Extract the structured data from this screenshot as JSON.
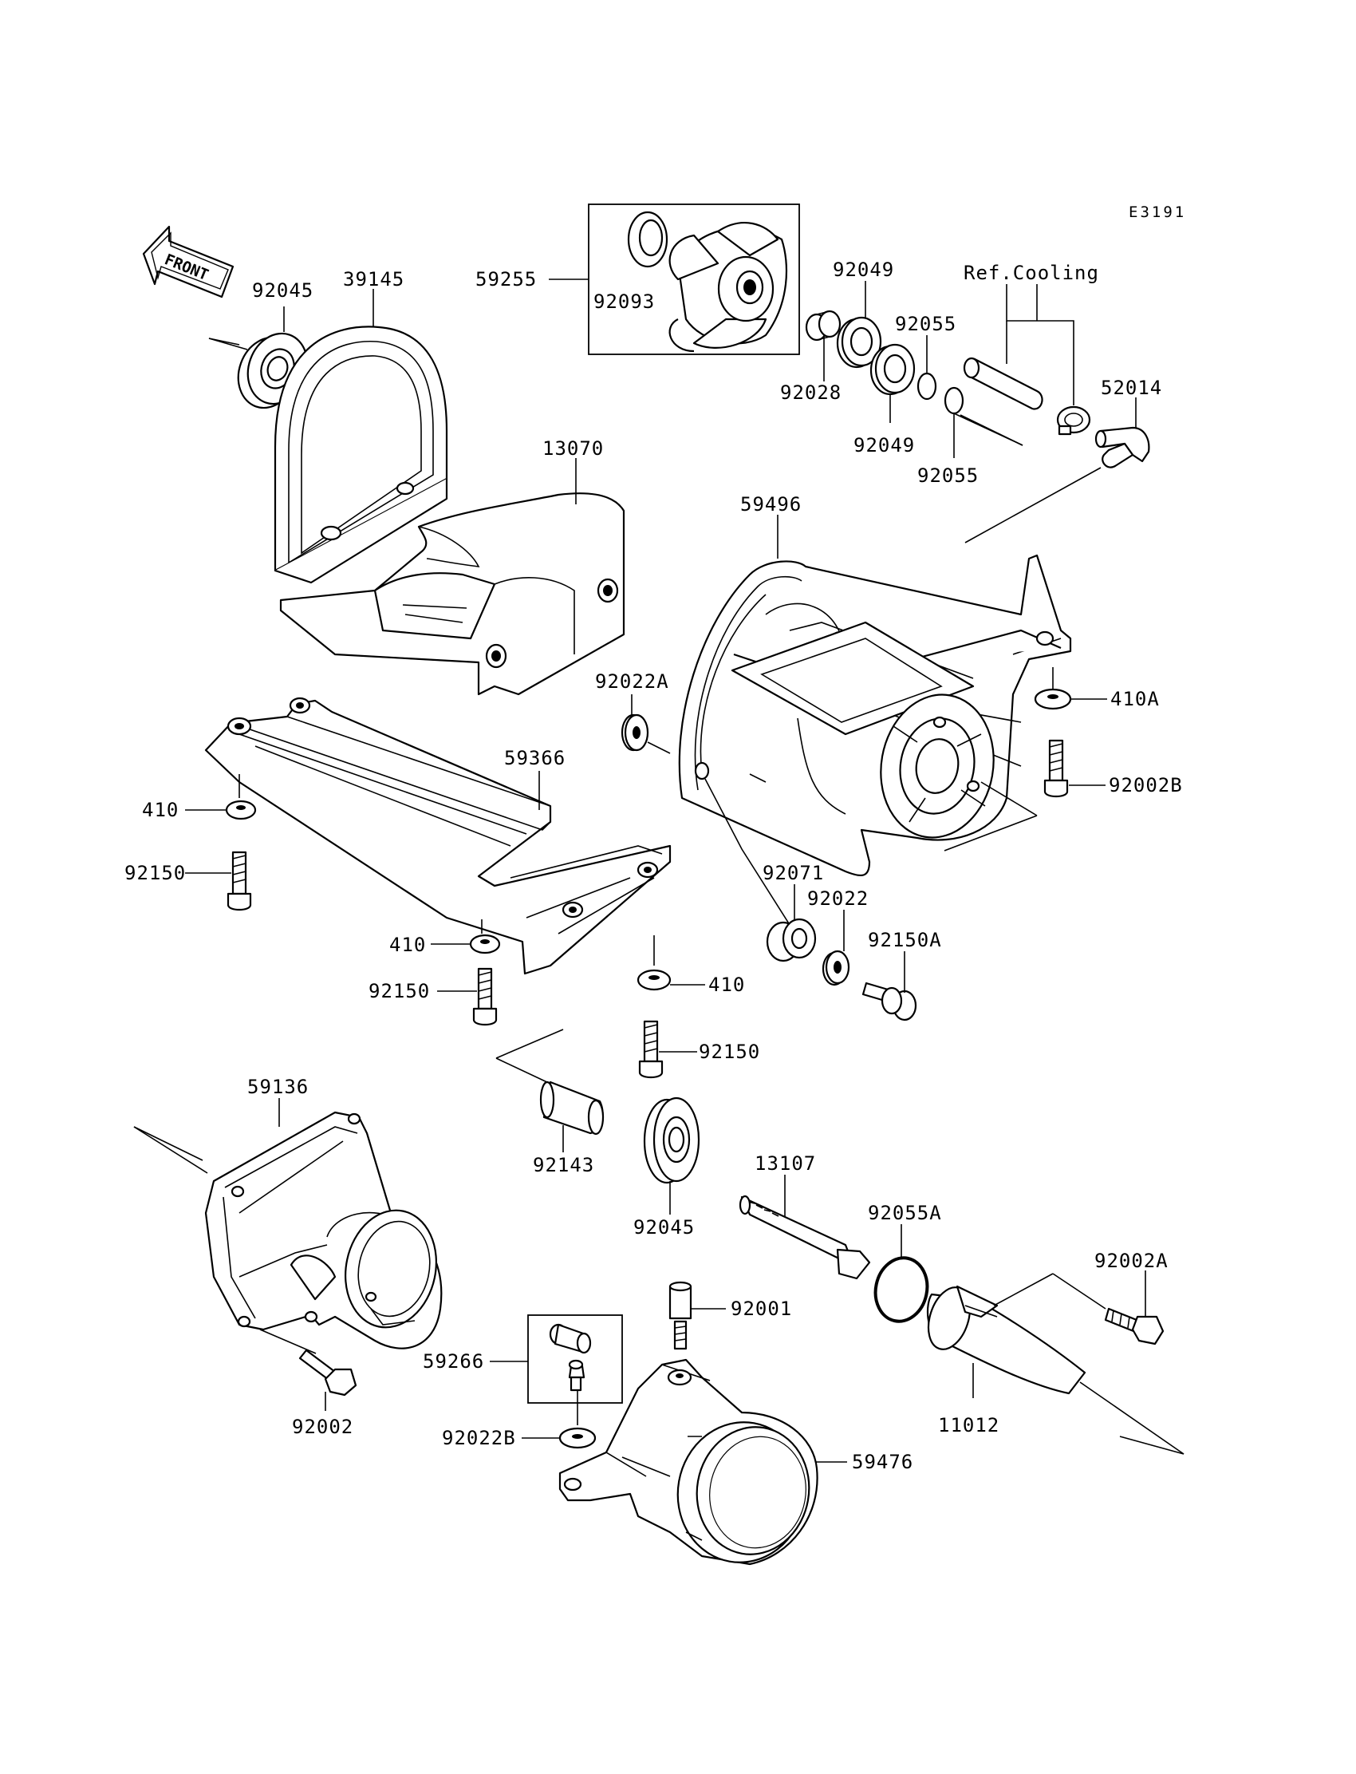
{
  "diagram_code": "E3191",
  "front_arrow_text": "FRONT",
  "ref_cooling": "Ref.Cooling",
  "labels": {
    "p92045a": "92045",
    "p39145": "39145",
    "p59255": "59255",
    "p92093": "92093",
    "p92049a": "92049",
    "p92055a": "92055",
    "p92028": "92028",
    "p92049b": "92049",
    "p92055b": "92055",
    "p52014": "52014",
    "p13070": "13070",
    "p59496": "59496",
    "p92022A": "92022A",
    "p410A": "410A",
    "p92002B": "92002B",
    "p59366": "59366",
    "p410a": "410",
    "p92150a": "92150",
    "p410b": "410",
    "p92150b": "92150",
    "p410c": "410",
    "p92071": "92071",
    "p92022": "92022",
    "p92150A": "92150A",
    "p92150c": "92150",
    "p59136": "59136",
    "p92143": "92143",
    "p92045b": "92045",
    "p13107": "13107",
    "p92055A": "92055A",
    "p92002A": "92002A",
    "p92001": "92001",
    "p59266": "59266",
    "p92002": "92002",
    "p92022B": "92022B",
    "p59476": "59476",
    "p11012": "11012"
  }
}
